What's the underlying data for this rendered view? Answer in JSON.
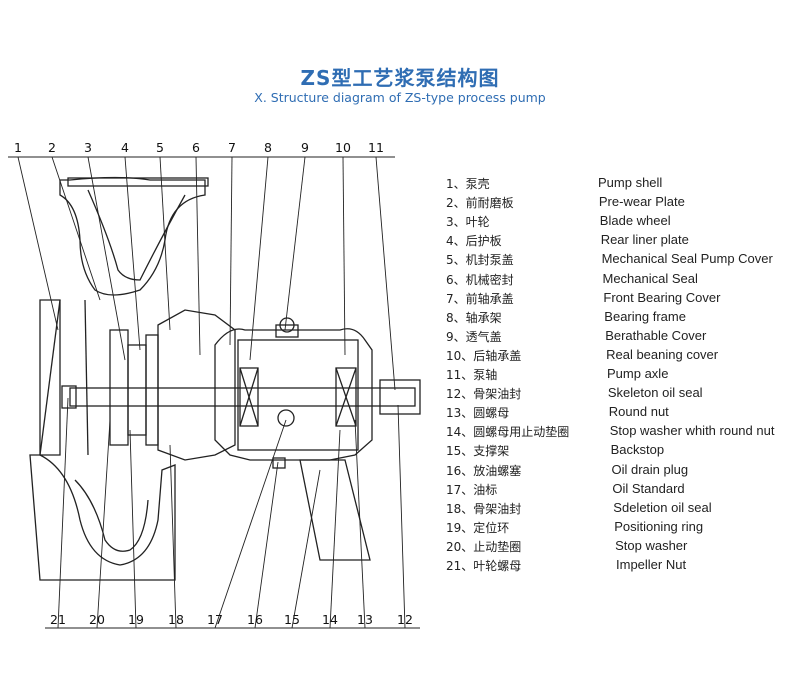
{
  "title": "ZS型工艺浆泵结构图",
  "subtitle": "X. Structure diagram of ZS-type process pump",
  "callouts_top": [
    "1",
    "2",
    "3",
    "4",
    "5",
    "6",
    "7",
    "8",
    "9",
    "10",
    "11"
  ],
  "callouts_bottom": [
    "21",
    "20",
    "19",
    "18",
    "17",
    "16",
    "15",
    "14",
    "13",
    "12"
  ],
  "parts": [
    {
      "zh": "1、泵壳",
      "en": "Pump shell"
    },
    {
      "zh": "2、前耐磨板",
      "en": "Pre-wear Plate"
    },
    {
      "zh": "3、叶轮",
      "en": "Blade wheel"
    },
    {
      "zh": "4、后护板",
      "en": "Rear liner plate"
    },
    {
      "zh": "5、机封泵盖",
      "en": "Mechanical Seal Pump Cover"
    },
    {
      "zh": "6、机械密封",
      "en": "Mechanical Seal"
    },
    {
      "zh": "7、前轴承盖",
      "en": "Front Bearing Cover"
    },
    {
      "zh": "8、轴承架",
      "en": "Bearing frame"
    },
    {
      "zh": "9、透气盖",
      "en": "Berathable Cover"
    },
    {
      "zh": "10、后轴承盖",
      "en": "Real beaning cover"
    },
    {
      "zh": "11、泵轴",
      "en": "Pump axle"
    },
    {
      "zh": "12、骨架油封",
      "en": "Skeleton oil seal"
    },
    {
      "zh": "13、圆螺母",
      "en": "Round nut"
    },
    {
      "zh": "14、圆螺母用止动垫圈",
      "en": "Stop washer whith round nut"
    },
    {
      "zh": "15、支撑架",
      "en": "Backstop"
    },
    {
      "zh": "16、放油螺塞",
      "en": "Oil drain plug"
    },
    {
      "zh": "17、油标",
      "en": "Oil Standard"
    },
    {
      "zh": "18、骨架油封",
      "en": "Sdeletion oil seal"
    },
    {
      "zh": "19、定位环",
      "en": "Positioning ring"
    },
    {
      "zh": "20、止动垫圈",
      "en": "Stop washer"
    },
    {
      "zh": "21、叶轮螺母",
      "en": "Impeller Nut"
    }
  ]
}
